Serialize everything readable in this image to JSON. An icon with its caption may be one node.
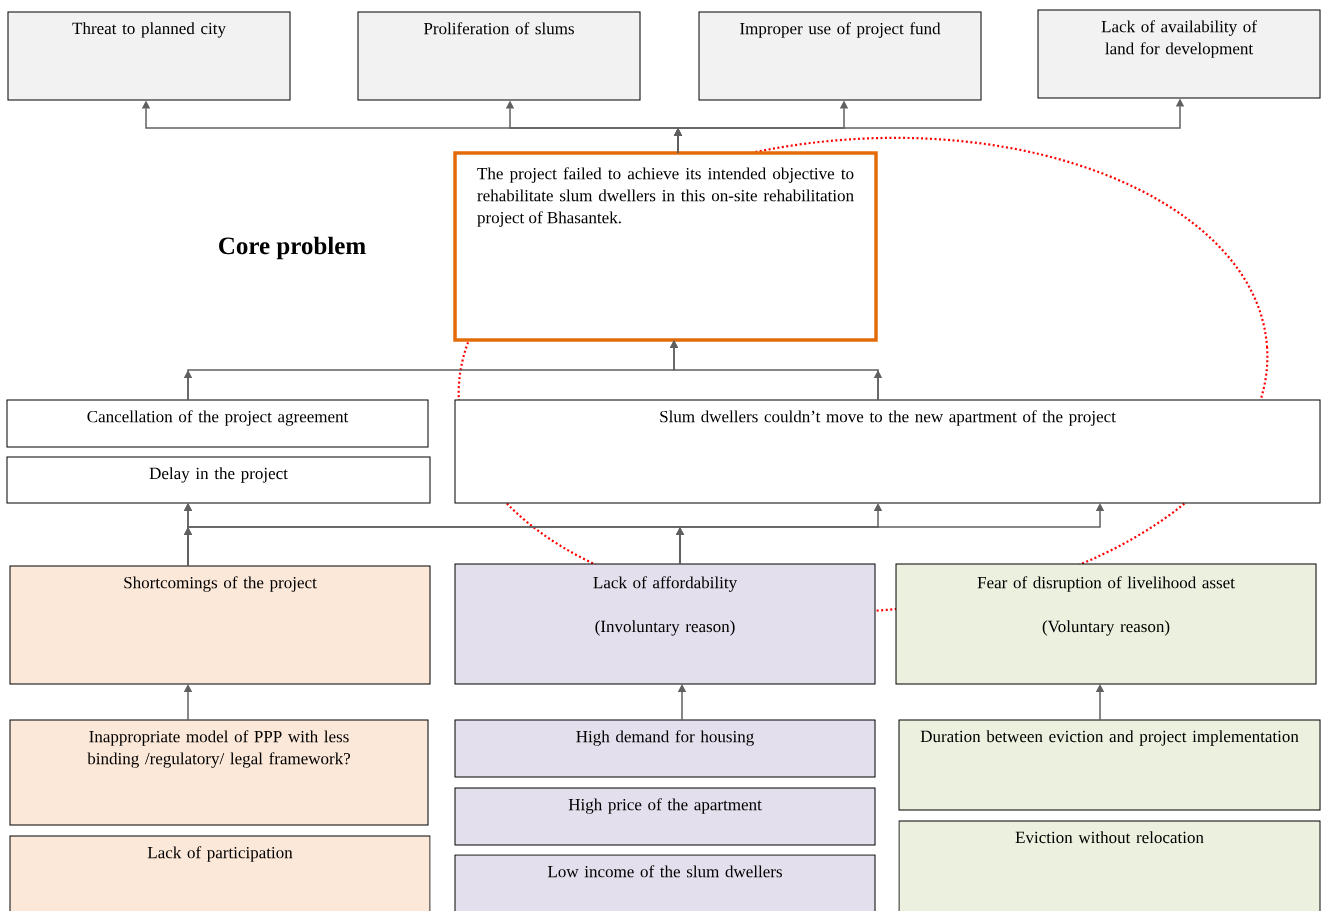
{
  "diagram": {
    "nodes": [
      {
        "text": [
          "Threat to planned city"
        ]
      },
      {
        "text": [
          "Proliferation of slums"
        ]
      },
      {
        "text": [
          "Improper use of project fund"
        ]
      },
      {
        "text": [
          "Lack of availability of land for development"
        ]
      },
      {
        "text": [
          "The project failed to achieve its intended objective to rehabilitate slum dwellers in this on-site rehabilitation project of Bhasantek."
        ]
      },
      {
        "text": [
          "Cancellation of the project agreement"
        ]
      },
      {
        "text": [
          "Delay in the project"
        ]
      },
      {
        "text": [
          "Slum dwellers couldn’t move to the new apartment of the project"
        ]
      },
      {
        "text": [
          "Shortcomings of the project"
        ]
      },
      {
        "text": [
          "Lack of affordability",
          "(Involuntary reason)"
        ]
      },
      {
        "text": [
          "Fear of disruption of livelihood asset",
          "(Voluntary reason)"
        ]
      },
      {
        "text": [
          "Inappropriate model of PPP with less binding /regulatory/ legal framework?"
        ]
      },
      {
        "text": [
          "Lack of participation"
        ]
      },
      {
        "text": [
          "High demand for housing"
        ]
      },
      {
        "text": [
          "High price of the apartment"
        ]
      },
      {
        "text": [
          "Low income of the slum dwellers"
        ]
      },
      {
        "text": [
          "Duration between eviction and project implementation"
        ]
      },
      {
        "text": [
          "Eviction without relocation"
        ]
      }
    ],
    "edges": [
      {
        "from": 4,
        "to": 0,
        "arrow": "to"
      },
      {
        "from": 4,
        "to": 1,
        "arrow": "to"
      },
      {
        "from": 4,
        "to": 2,
        "arrow": "to"
      },
      {
        "from": 4,
        "to": 3,
        "arrow": "to"
      },
      {
        "from": 5,
        "to": 4,
        "arrow": "to"
      },
      {
        "from": 7,
        "to": 4,
        "arrow": "to"
      },
      {
        "from": 8,
        "to": 6,
        "arrow": "to"
      },
      {
        "from": 9,
        "to": 6,
        "arrow": "to"
      },
      {
        "from": 8,
        "to": 7,
        "arrow": "to"
      },
      {
        "from": 9,
        "to": 7,
        "arrow": "to"
      },
      {
        "from": 11,
        "to": 8,
        "arrow": "to"
      },
      {
        "from": 13,
        "to": 9,
        "arrow": "to"
      },
      {
        "from": 16,
        "to": 10,
        "arrow": "to"
      }
    ],
    "labels": [
      "Core problem"
    ]
  }
}
